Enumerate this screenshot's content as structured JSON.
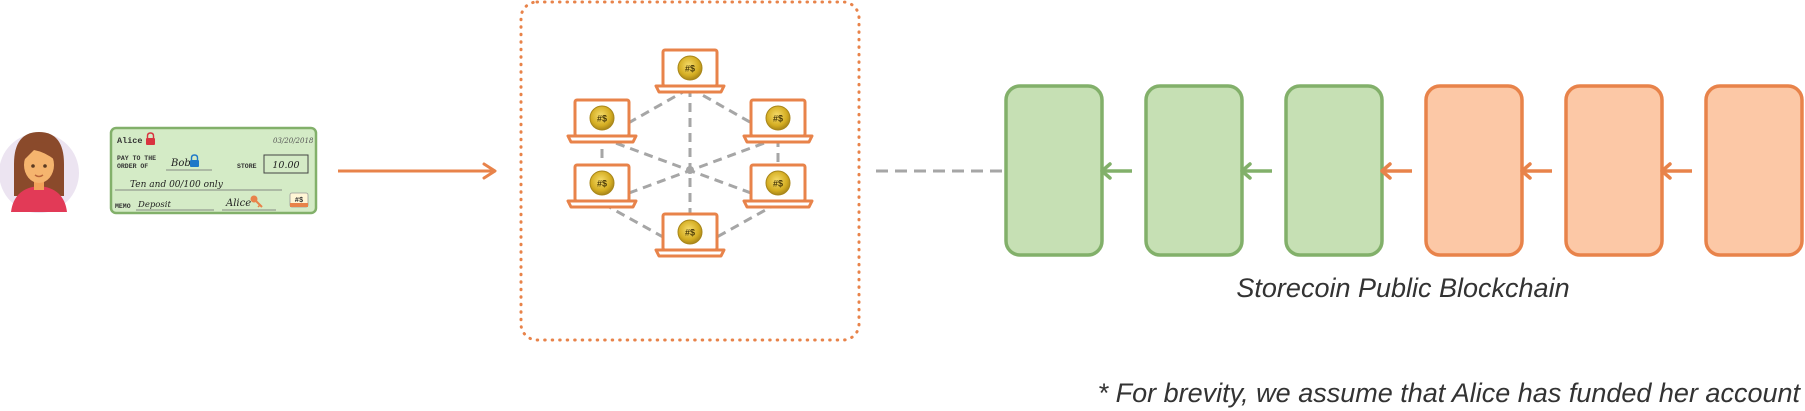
{
  "cheque": {
    "payer": "Alice",
    "date": "03/20/2018",
    "pay_to_line1": "PAY TO THE",
    "pay_to_line2": "ORDER OF",
    "payee": "Bob",
    "store_label": "STORE",
    "amount": "10.00",
    "amount_words": "Ten and 00/100 only",
    "memo_label": "MEMO",
    "memo": "Deposit",
    "signature": "Alice",
    "badge": "#$"
  },
  "network": {
    "coin_symbol": "#$"
  },
  "blockchain": {
    "label": "Storecoin Public Blockchain",
    "blocks": [
      {
        "state": "confirmed"
      },
      {
        "state": "confirmed"
      },
      {
        "state": "confirmed"
      },
      {
        "state": "pending"
      },
      {
        "state": "pending"
      },
      {
        "state": "pending"
      }
    ]
  },
  "footnote": "* For brevity, we assume that Alice has funded her account",
  "colors": {
    "orange": "#e8834a",
    "green_fill": "#c6e0b4",
    "green_stroke": "#82b06a",
    "orange_fill": "#fcc8a6",
    "cheque_fill": "#d4ebc6",
    "dash_gray": "#a6a6a6",
    "coin": "#d4ad22"
  }
}
